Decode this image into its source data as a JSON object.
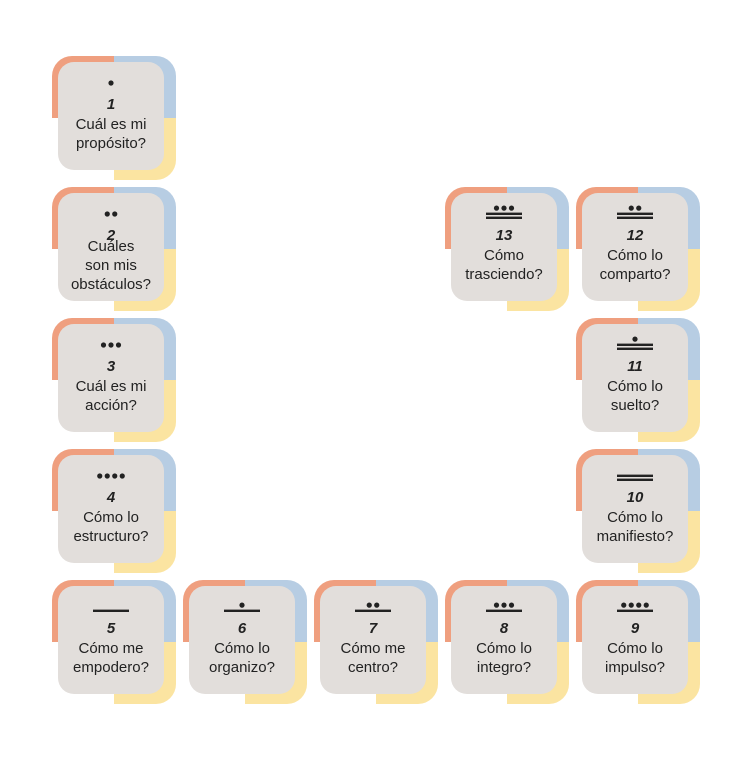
{
  "colors": {
    "top_left": "#ef9f7f",
    "top_right": "#b7cde3",
    "bottom_right": "#fbe4a1",
    "card": "#e2dedb",
    "text": "#222222"
  },
  "cards": [
    {
      "number": "1",
      "dots": 1,
      "bars": 0,
      "label": "Cuál es mi\npropósito?"
    },
    {
      "number": "2",
      "dots": 2,
      "bars": 0,
      "label": "Cuáles\nson mis\nobstáculos?"
    },
    {
      "number": "3",
      "dots": 3,
      "bars": 0,
      "label": "Cuál es mi\nacción?"
    },
    {
      "number": "4",
      "dots": 4,
      "bars": 0,
      "label": "Cómo lo\nestructuro?"
    },
    {
      "number": "5",
      "dots": 0,
      "bars": 1,
      "label": "Cómo me\nempodero?"
    },
    {
      "number": "6",
      "dots": 1,
      "bars": 1,
      "label": "Cómo lo\norganizo?"
    },
    {
      "number": "7",
      "dots": 2,
      "bars": 1,
      "label": "Cómo me\ncentro?"
    },
    {
      "number": "8",
      "dots": 3,
      "bars": 1,
      "label": "Cómo lo\nintegro?"
    },
    {
      "number": "9",
      "dots": 4,
      "bars": 1,
      "label": "Cómo lo\nimpulso?"
    },
    {
      "number": "10",
      "dots": 0,
      "bars": 2,
      "label": "Cómo lo\nmanifiesto?"
    },
    {
      "number": "11",
      "dots": 1,
      "bars": 2,
      "label": "Cómo lo\nsuelto?"
    },
    {
      "number": "12",
      "dots": 2,
      "bars": 2,
      "label": "Cómo lo\ncomparto?"
    },
    {
      "number": "13",
      "dots": 3,
      "bars": 2,
      "label": "Cómo\ntrasciendo?"
    }
  ]
}
